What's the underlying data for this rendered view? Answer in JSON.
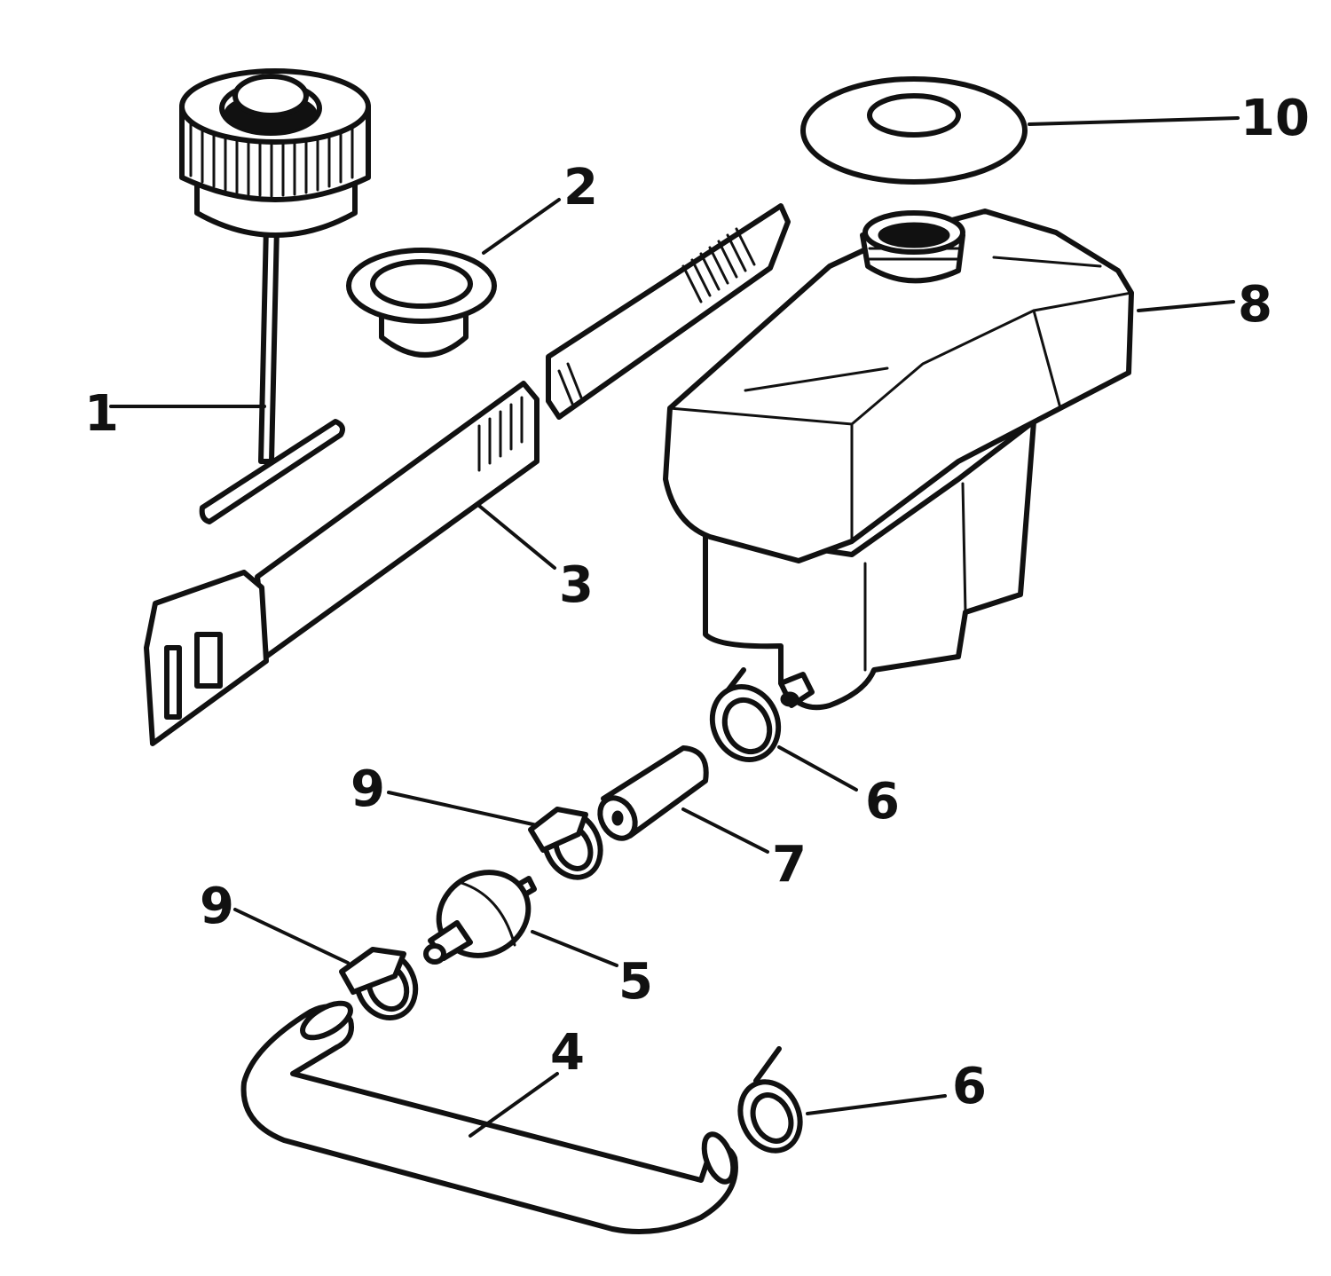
{
  "callouts": {
    "c1": "1",
    "c2": "2",
    "c3": "3",
    "c4": "4",
    "c5": "5",
    "c6a": "6",
    "c6b": "6",
    "c7": "7",
    "c8": "8",
    "c9a": "9",
    "c9b": "9",
    "c10": "10"
  },
  "colors": {
    "ink": "#111111",
    "paper": "#ffffff"
  }
}
